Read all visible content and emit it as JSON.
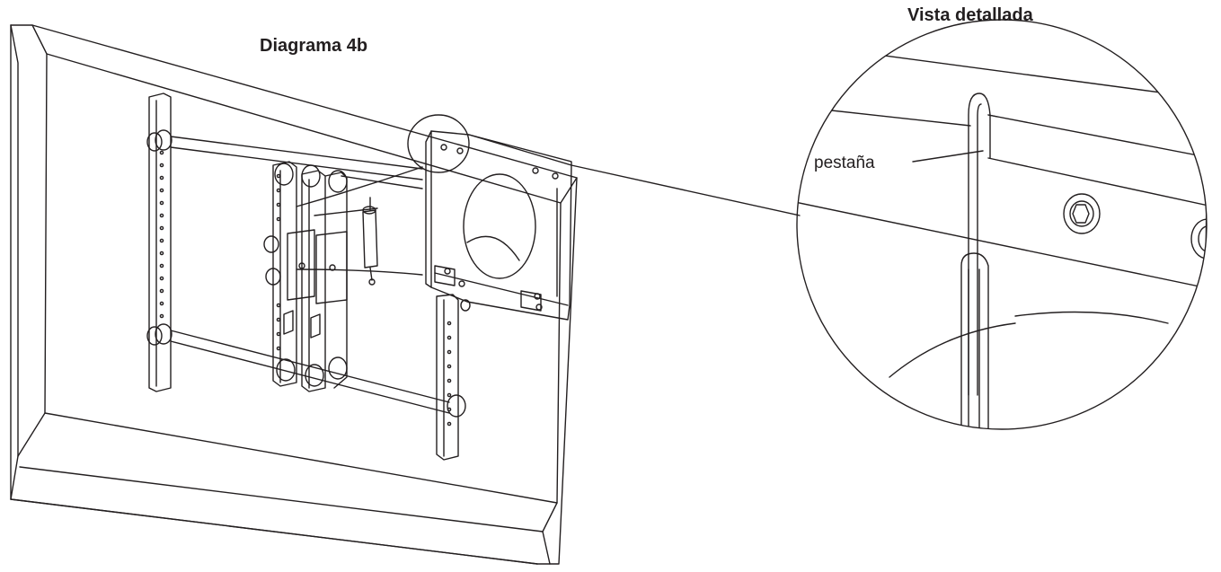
{
  "labels": {
    "diagram_title": "Diagrama 4b",
    "detail_title": "Vista detallada",
    "callout": "pestaña"
  },
  "colors": {
    "stroke": "#231f20",
    "background": "#ffffff"
  }
}
